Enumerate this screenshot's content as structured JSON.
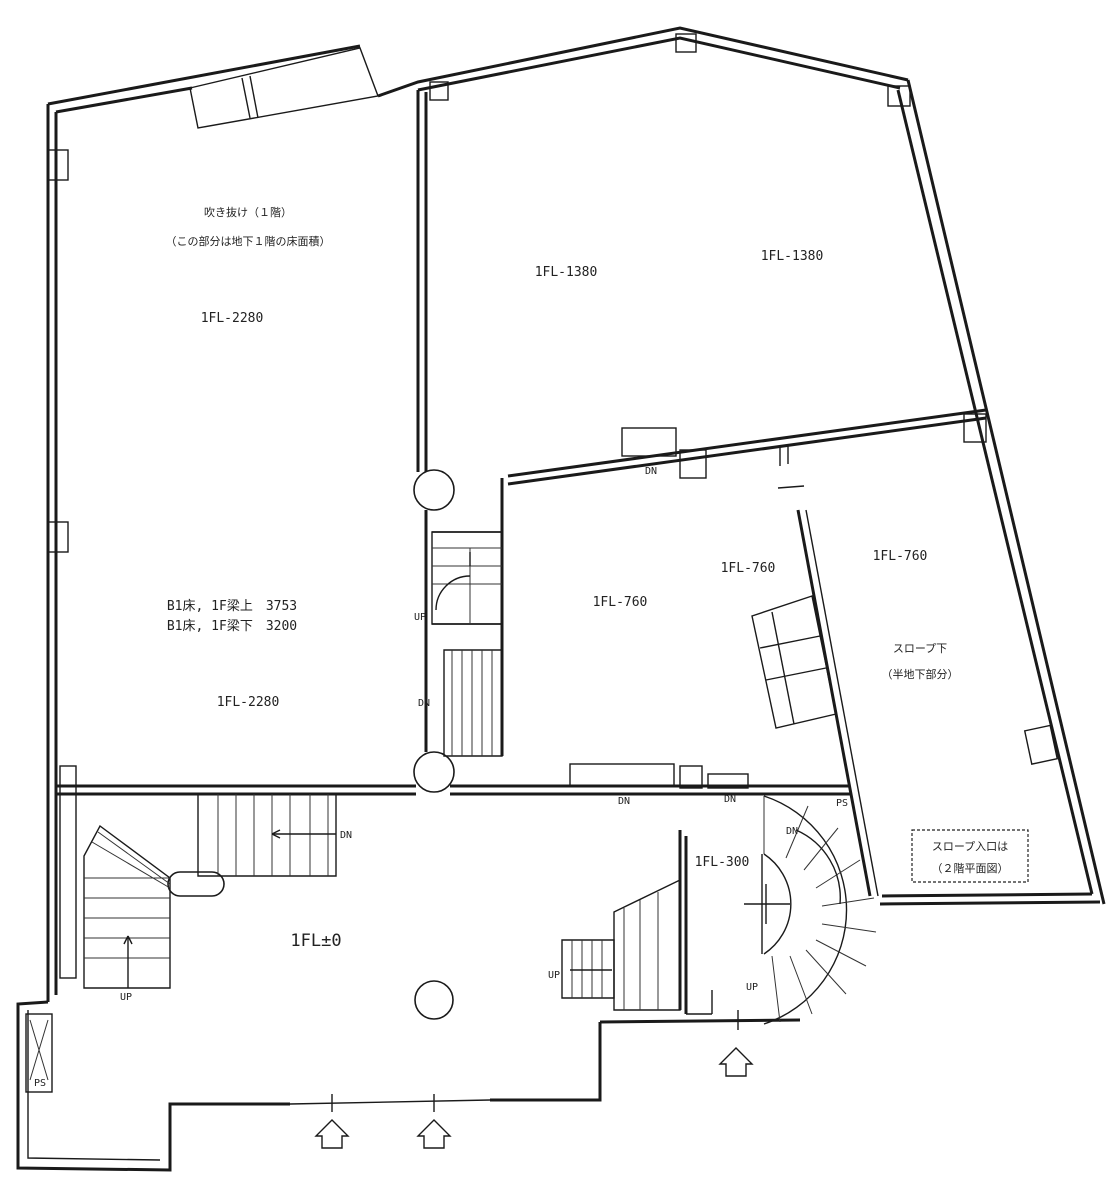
{
  "rooms": {
    "void_title": "吹き抜け（１階）",
    "void_note": "（この部分は地下１階の床面積）",
    "void_level_top": "1FL-2280",
    "beam_over": "B1床, 1F梁上　3753",
    "beam_under": "B1床, 1F梁下　3200",
    "void_level_bottom": "1FL-2280",
    "north_mid_level": "1FL-1380",
    "north_east_level": "1FL-1380",
    "center_level": "1FL-760",
    "center_east_level": "1FL-760",
    "east_level": "1FL-760",
    "slope_under_title": "スロープ下",
    "slope_under_note": "（半地下部分）",
    "ground_level": "1FL±0",
    "spiral_level": "1FL-300",
    "slope_entrance_line1": "スロープ入口は",
    "slope_entrance_line2": "（２階平面図）"
  },
  "stairs": {
    "up": "UP",
    "dn": "DN",
    "ps": "PS"
  }
}
